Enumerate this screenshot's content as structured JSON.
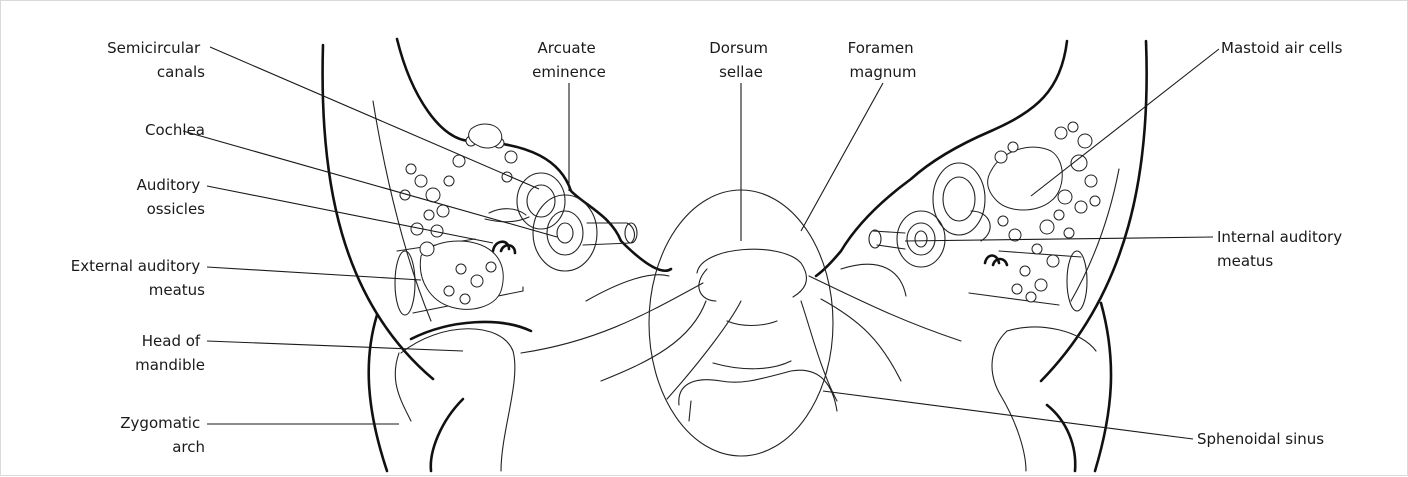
{
  "labels": {
    "semicircular_canals": [
      "Semicircular",
      "canals"
    ],
    "cochlea": [
      "Cochlea"
    ],
    "auditory_ossicles": [
      "Auditory",
      "ossicles"
    ],
    "external_auditory_meatus": [
      "External auditory",
      "meatus"
    ],
    "head_of_mandible": [
      "Head of",
      "mandible"
    ],
    "zygomatic_arch": [
      "Zygomatic",
      "arch"
    ],
    "arcuate_eminence": [
      "Arcuate",
      "eminence"
    ],
    "dorsum_sellae": [
      "Dorsum",
      "sellae"
    ],
    "foramen_magnum": [
      "Foramen",
      "magnum"
    ],
    "mastoid_air_cells": [
      "Mastoid air cells"
    ],
    "internal_auditory_meatus": [
      "Internal auditory",
      "meatus"
    ],
    "sphenoidal_sinus": [
      "Sphenoidal sinus"
    ]
  },
  "colors": {
    "ink": "#1a1a1a",
    "background": "#ffffff",
    "frame": "#d9d9d9"
  }
}
